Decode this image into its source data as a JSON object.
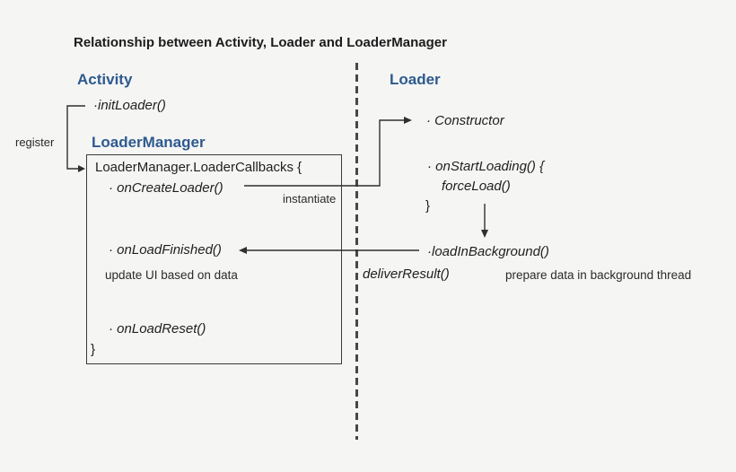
{
  "title": "Relationship between Activity, Loader and LoaderManager",
  "colors": {
    "background": "#f5f5f4",
    "heading_blue": "#2e5a8e",
    "text": "#1f1f1f",
    "connector_line": "#2f2f2f"
  },
  "labels": {
    "register": "register",
    "instantiate": "instantiate"
  },
  "activity": {
    "heading": "Activity",
    "init_loader": "·initLoader()"
  },
  "loader_manager": {
    "heading": "LoaderManager",
    "callbacks_box": {
      "declaration": "LoaderManager.LoaderCallbacks {",
      "on_create_loader": "· onCreateLoader()",
      "on_load_finished": "· onLoadFinished()",
      "update_ui_note": "update UI based on data",
      "on_load_reset": "· onLoadReset()",
      "closing_brace": "}"
    }
  },
  "loader": {
    "heading": "Loader",
    "constructor": "· Constructor",
    "on_start_loading": "· onStartLoading() {",
    "force_load": "forceLoad()",
    "closing_brace": "}",
    "load_in_background": "·loadInBackground()",
    "deliver_result": "deliverResult()",
    "prepare_note": "prepare data in background thread"
  }
}
